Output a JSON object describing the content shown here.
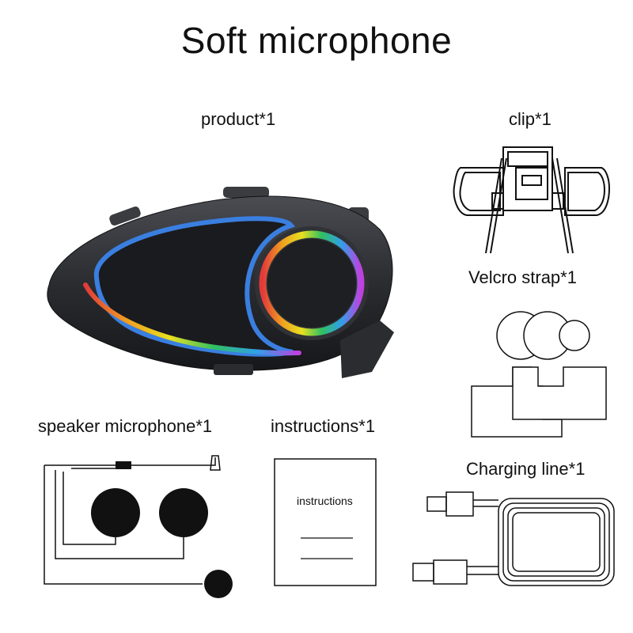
{
  "page": {
    "title": "Soft microphone"
  },
  "items": {
    "product": "product*1",
    "clip": "clip*1",
    "velcro": "Velcro strap*1",
    "speaker": "speaker microphone*1",
    "instructions": "instructions*1",
    "charging": "Charging line*1"
  },
  "instructions_doc": {
    "text": "instructions"
  },
  "colors": {
    "device_body": "#2b2d31",
    "accent_blue": "#3a7fe0",
    "line": "#111111"
  }
}
